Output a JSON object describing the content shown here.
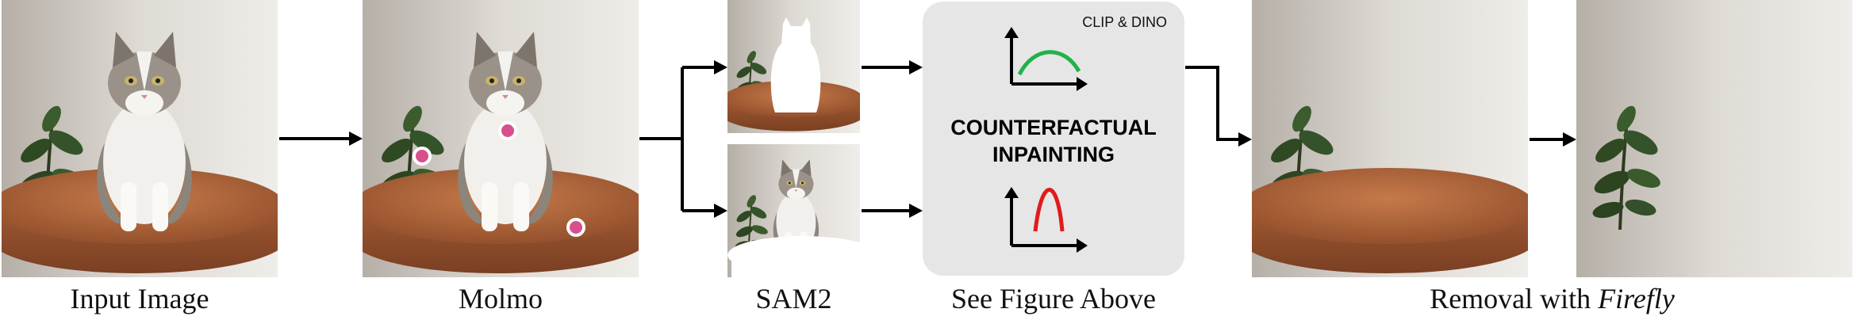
{
  "captions": {
    "input": "Input Image",
    "molmo": "Molmo",
    "sam2": "SAM2",
    "see_figure": "See Figure Above",
    "removal_prefix": "Removal with ",
    "removal_tool": "Firefly"
  },
  "box": {
    "tag": "CLIP & DINO",
    "title_line1": "COUNTERFACTUAL",
    "title_line2": "INPAINTING",
    "curve_top_color": "#22b14c",
    "curve_bottom_color": "#e01b1b"
  },
  "colors": {
    "molmo_point": "#d94f8c",
    "arrow": "#000000"
  }
}
